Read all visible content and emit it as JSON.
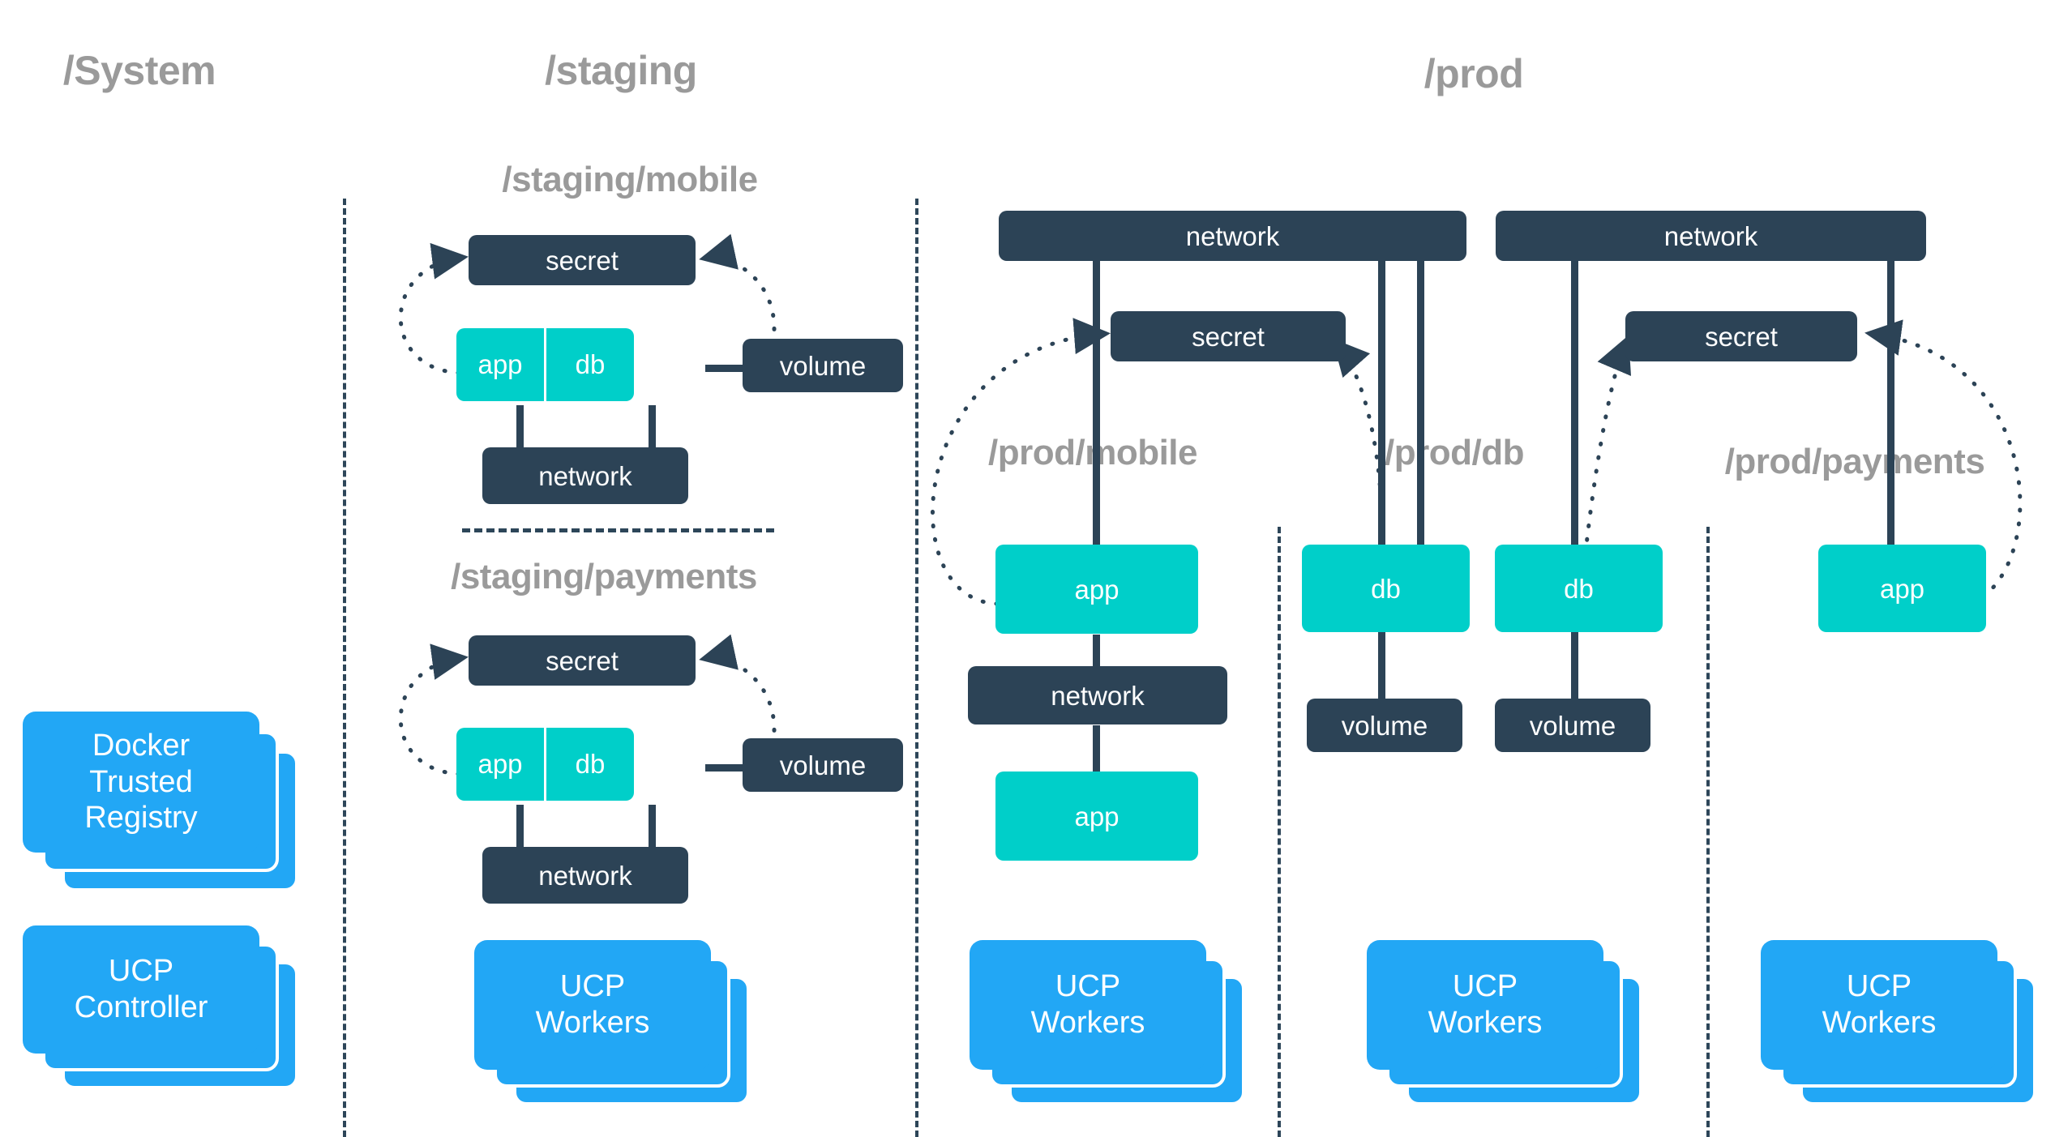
{
  "diagram": {
    "title": "Docker Datacenter RBAC resource collections",
    "palette": {
      "teal": "#00cfc9",
      "navy": "#2c4356",
      "blue": "#22a7f5",
      "gray_text": "#9a9a9a",
      "background": "#ffffff"
    }
  },
  "zones": [
    {
      "id": "system",
      "label": "/System",
      "level": 1
    },
    {
      "id": "staging",
      "label": "/staging",
      "level": 1
    },
    {
      "id": "prod",
      "label": "/prod",
      "level": 1
    }
  ],
  "groups": [
    {
      "id": "staging_mobile",
      "label": "/staging/mobile",
      "level": 2
    },
    {
      "id": "staging_payments",
      "label": "/staging/payments",
      "level": 2
    },
    {
      "id": "prod_mobile",
      "label": "/prod/mobile",
      "level": 2
    },
    {
      "id": "prod_db",
      "label": "/prod/db",
      "level": 2
    },
    {
      "id": "prod_payments",
      "label": "/prod/payments",
      "level": 2
    }
  ],
  "nodes": {
    "secret": "secret",
    "volume": "volume",
    "network": "network",
    "app": "app",
    "db": "db"
  },
  "staging_mobile": {
    "secret": "secret",
    "app": "app",
    "db": "db",
    "volume": "volume",
    "network": "network"
  },
  "staging_payments": {
    "secret": "secret",
    "app": "app",
    "db": "db",
    "volume": "volume",
    "network": "network"
  },
  "prod_mobile": {
    "network_top": "network",
    "secret": "secret",
    "app_top": "app",
    "network_mid": "network",
    "app_bottom": "app"
  },
  "prod_db": {
    "network_top": "network",
    "secret": "secret",
    "db_left": "db",
    "db_right": "db",
    "volume_left": "volume",
    "volume_right": "volume"
  },
  "prod_payments": {
    "secret": "secret",
    "app": "app"
  },
  "stacks": [
    {
      "id": "dtr",
      "label": "Docker\nTrusted\nRegistry",
      "lines": [
        "Docker",
        "Trusted",
        "Registry"
      ]
    },
    {
      "id": "ucp_controller",
      "label": "UCP\nController",
      "lines": [
        "UCP",
        "Controller"
      ]
    },
    {
      "id": "ucp_workers_staging",
      "label": "UCP\nWorkers",
      "lines": [
        "UCP",
        "Workers"
      ]
    },
    {
      "id": "ucp_workers_prod_mobile",
      "label": "UCP\nWorkers",
      "lines": [
        "UCP",
        "Workers"
      ]
    },
    {
      "id": "ucp_workers_prod_db",
      "label": "UCP\nWorkers",
      "lines": [
        "UCP",
        "Workers"
      ]
    },
    {
      "id": "ucp_workers_prod_payments",
      "label": "UCP\nWorkers",
      "lines": [
        "UCP",
        "Workers"
      ]
    }
  ]
}
